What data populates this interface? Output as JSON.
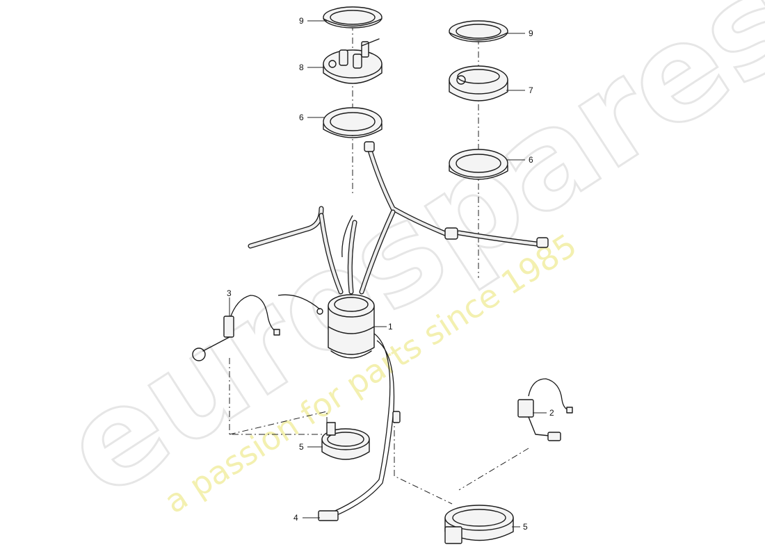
{
  "watermark": {
    "brand": "eurospares",
    "tagline": "a passion for parts since 1985",
    "brand_color": "#e6e6e6",
    "tagline_color": "#f3f0b0"
  },
  "callouts": [
    {
      "id": "c9a",
      "label": "9"
    },
    {
      "id": "c8",
      "label": "8"
    },
    {
      "id": "c6a",
      "label": "6"
    },
    {
      "id": "c9b",
      "label": "9"
    },
    {
      "id": "c7",
      "label": "7"
    },
    {
      "id": "c6b",
      "label": "6"
    },
    {
      "id": "c3",
      "label": "3"
    },
    {
      "id": "c1",
      "label": "1"
    },
    {
      "id": "c2",
      "label": "2"
    },
    {
      "id": "c5a",
      "label": "5"
    },
    {
      "id": "c4",
      "label": "4"
    },
    {
      "id": "c5b",
      "label": "5"
    }
  ]
}
